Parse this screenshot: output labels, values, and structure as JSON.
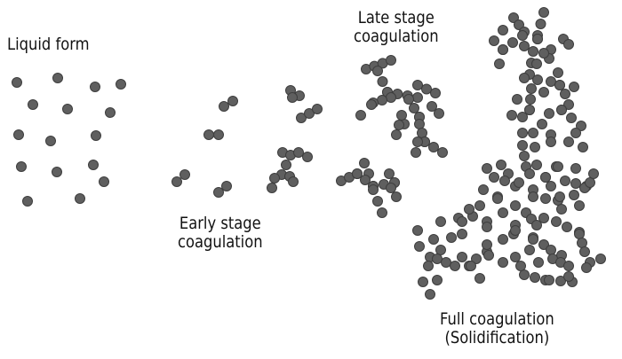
{
  "labels": {
    "liquid": "Liquid form",
    "early_line1": "Early stage",
    "early_line2": "coagulation",
    "late_line1": "Late stage",
    "late_line2": "coagulation",
    "full_line1": "Full coagulation",
    "full_line2": "(Solidification)"
  },
  "colors": {
    "particle_fill": "#5f5f5f",
    "particle_stroke": "#3e3e3e",
    "text": "#111111",
    "background": "#ffffff"
  }
}
